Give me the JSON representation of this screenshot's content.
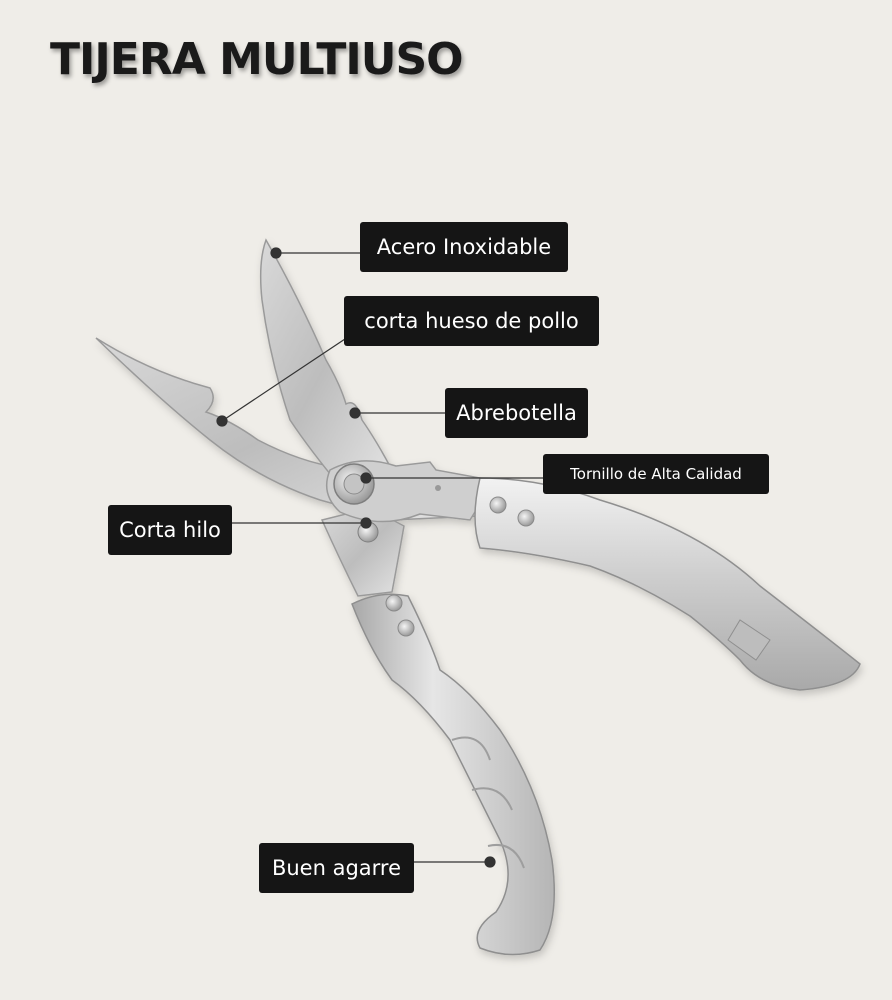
{
  "title": "TIJERA MULTIUSO",
  "labels": {
    "acero": "Acero Inoxidable",
    "hueso": "corta hueso de pollo",
    "abrebotella": "Abrebotella",
    "tornillo": "Tornillo de Alta Calidad",
    "hilo": "Corta hilo",
    "agarre": "Buen agarre"
  },
  "colors": {
    "background": "#efede8",
    "label_bg": "#151515",
    "label_text": "#ffffff",
    "steel": "#c9c9c9"
  }
}
